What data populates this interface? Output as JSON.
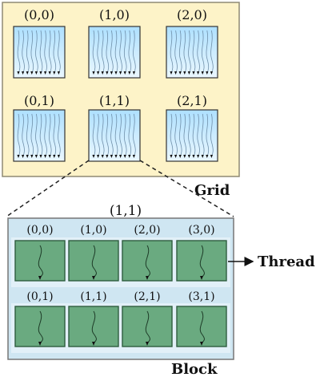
{
  "grid": {
    "label": "Grid",
    "block_labels": [
      "(0,0)",
      "(1,0)",
      "(2,0)",
      "(0,1)",
      "(1,1)",
      "(2,1)"
    ]
  },
  "block": {
    "label": "Block",
    "title": "(1,1)",
    "thread_labels": [
      "(0,0)",
      "(1,0)",
      "(2,0)",
      "(3,0)",
      "(0,1)",
      "(1,1)",
      "(2,1)",
      "(3,1)"
    ]
  },
  "thread_callout": {
    "label": "Thread"
  },
  "colors": {
    "grid_fill": "#fdf3c8",
    "block_fill": "#cfe6f2",
    "thread_fill": "#6aaa80",
    "thread_border": "#2f5d3f"
  }
}
